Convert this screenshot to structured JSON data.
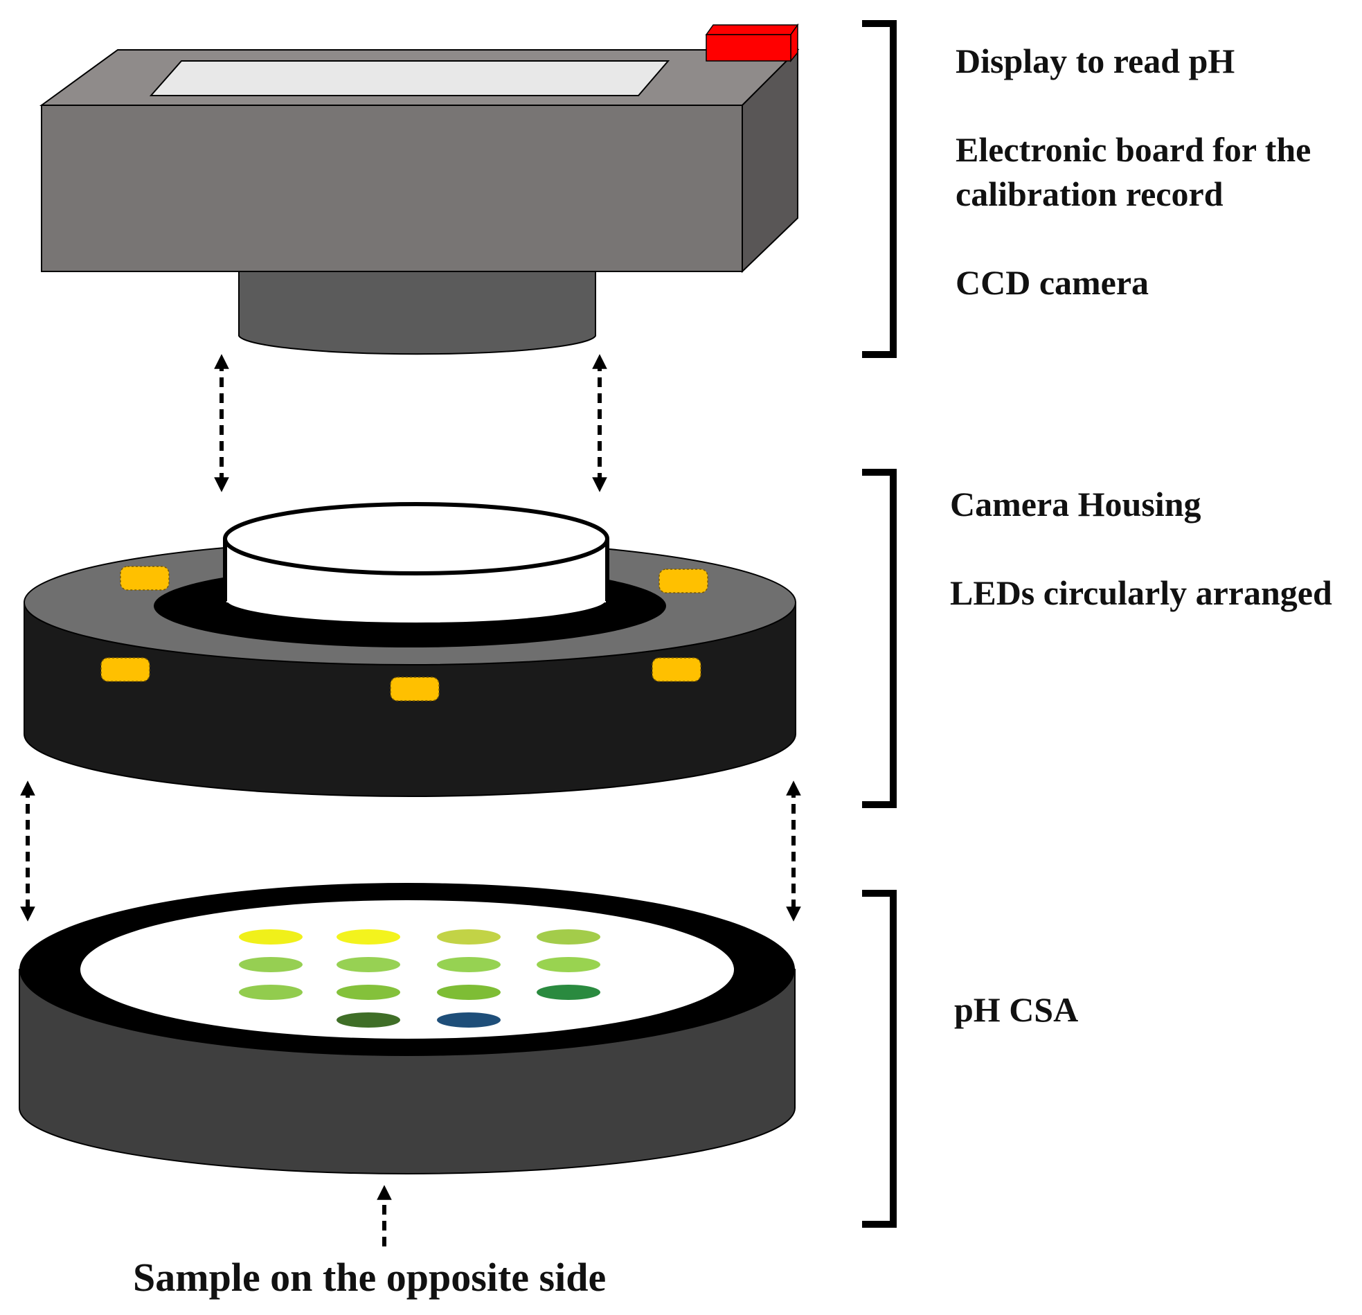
{
  "labels": {
    "display": "Display to read pH",
    "board_line1": "Electronic board for the",
    "board_line2": "calibration record",
    "camera": "CCD camera",
    "housing": "Camera Housing",
    "leds": "LEDs circularly arranged",
    "csa": "pH CSA",
    "sample": "Sample on the opposite side"
  },
  "colors": {
    "device_front": "#787574",
    "device_top": "#8f8b8a",
    "device_side": "#595656",
    "display_screen": "#e8e8e8",
    "button": "#ff0000",
    "lens": "#5b5b5b",
    "housing_body": "#1a1a1a",
    "housing_top": "#6f6f6f",
    "led": "#ffc000",
    "csa_body": "#3f3f3f",
    "csa_rim": "#000000",
    "bracket": "#000000"
  },
  "csa_spots": [
    [
      "#f0f01a",
      "#f3f31d",
      "#c2d346",
      "#a3cc4a"
    ],
    [
      "#96cf52",
      "#97d153",
      "#96d252",
      "#99d350"
    ],
    [
      "#92cc4e",
      "#84c13b",
      "#7ebd35",
      "#2a8a3f"
    ],
    [
      null,
      "#3f6e27",
      "#1e4e79",
      null
    ]
  ]
}
